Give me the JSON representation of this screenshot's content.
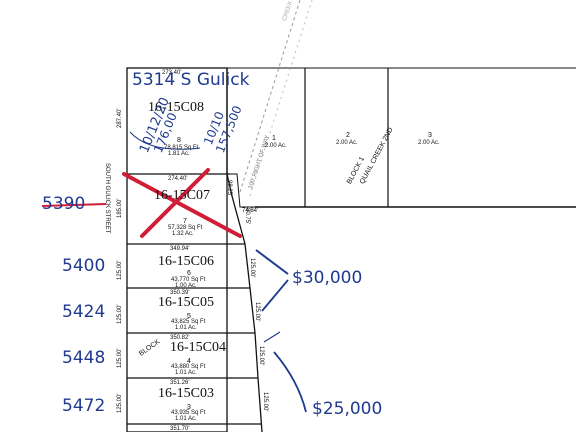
{
  "street": "SOUTH GULICK STREET",
  "street_faded": "CREEK CT",
  "street_faded_small": "100' RIGHT OF WAY",
  "subdivision": {
    "block": "BLOCK 1",
    "name": "QUAIL CREEK 2ND"
  },
  "block_label": "BLOCK",
  "top_dim": "273.40'",
  "parcels": [
    {
      "id": "16-15C08",
      "lot": "8",
      "sqft": "78,815 Sq Ft",
      "acres": "1.81 Ac.",
      "top": "",
      "side": "287.40'",
      "address": ""
    },
    {
      "id": "16-15C07",
      "lot": "7",
      "sqft": "57,328 Sq Ft",
      "acres": "1.32 Ac.",
      "top": "274.40'",
      "side": "185.00'",
      "address": "5390"
    },
    {
      "id": "16-15C06",
      "lot": "6",
      "sqft": "43,770 Sq Ft",
      "acres": "1.00 Ac.",
      "top": "349.94'",
      "side": "125.00'",
      "address": "5400"
    },
    {
      "id": "16-15C05",
      "lot": "5",
      "sqft": "43,825 Sq Ft",
      "acres": "1.01 Ac.",
      "top": "350.39'",
      "side": "125.00'",
      "address": "5424"
    },
    {
      "id": "16-15C04",
      "lot": "4",
      "sqft": "43,880 Sq Ft",
      "acres": "1.01 Ac.",
      "top": "350.82'",
      "side": "125.00'",
      "address": "5448"
    },
    {
      "id": "16-15C03",
      "lot": "3",
      "sqft": "43,935 Sq Ft",
      "acres": "1.01 Ac.",
      "top": "351.26'",
      "side": "125.00'",
      "address": "5472"
    }
  ],
  "bottom_dim": "351.70'",
  "right_lots": [
    {
      "lot": "1",
      "acres": "2.00 Ac."
    },
    {
      "lot": "2",
      "acres": "2.00 Ac."
    },
    {
      "lot": "3",
      "acres": "2.00 Ac."
    }
  ],
  "dims": {
    "lot7_right": "74.84'",
    "lot7_edge": "80.75'",
    "lot8_edge": "98.25'"
  },
  "handwritten": {
    "address_top": "5314 S Gulick",
    "dates_left": "10/12/20",
    "price_left": "176,00",
    "dates_right": "10/10",
    "price_right": "157,500",
    "price_upper": "$30,000",
    "price_lower": "$25,000"
  },
  "colors": {
    "ink": "#1f3a8f",
    "cross": "#d11d37",
    "line": "#111111"
  }
}
